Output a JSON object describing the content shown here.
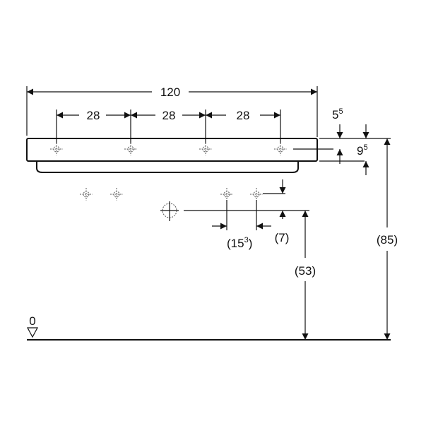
{
  "dimensions": {
    "total_width": "120",
    "spacing": [
      "28",
      "28",
      "28"
    ],
    "top_offset": {
      "base": "5",
      "sup": "5"
    },
    "rim_height": {
      "base": "9",
      "sup": "5"
    },
    "overall_height": "(85)",
    "drain_height": "(53)",
    "valve_offset": {
      "open": "(15",
      "sup": "3",
      "close": ")"
    },
    "valve_height": "(7)",
    "floor_level": "0"
  },
  "colors": {
    "line": "#111111"
  }
}
